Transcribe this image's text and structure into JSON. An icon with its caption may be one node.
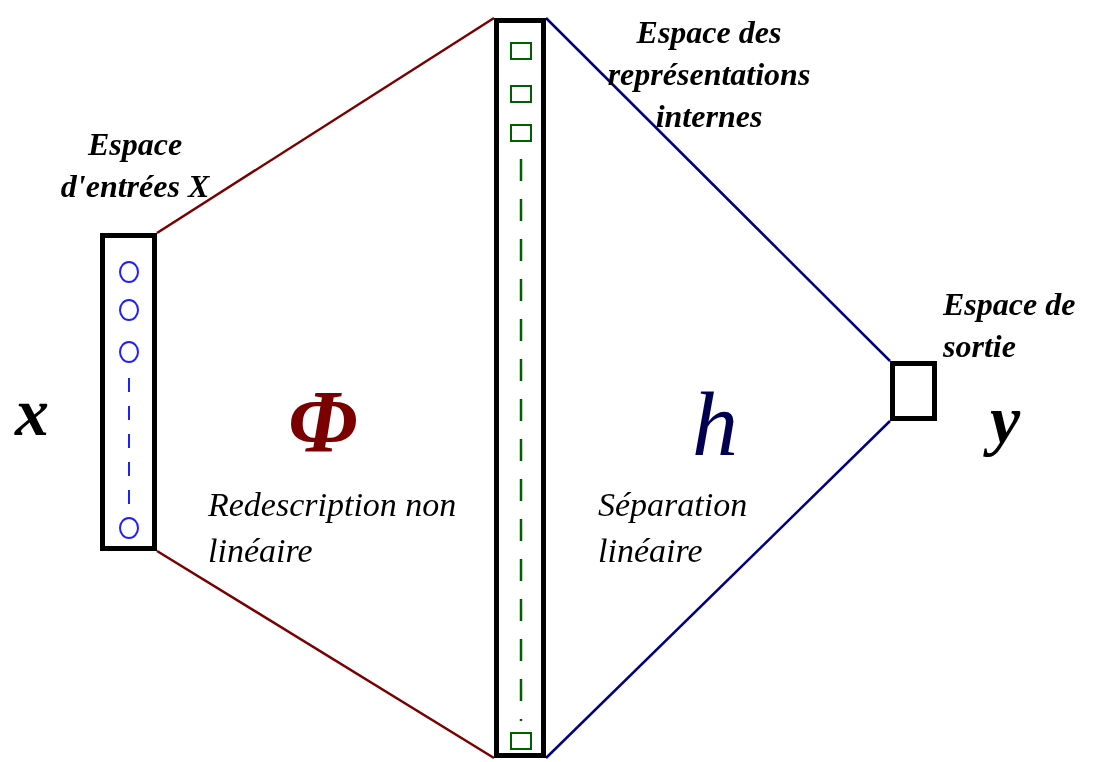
{
  "diagram": {
    "nodes": [
      {
        "text": [
          "Espace d'entrées X"
        ],
        "beside": [
          "x"
        ]
      },
      {
        "text": [
          "Espace des représentations internes"
        ]
      },
      {
        "text": [
          "Espace de sortie"
        ],
        "beside": [
          "y"
        ]
      }
    ],
    "edges": [
      {
        "from": 0,
        "to": 1,
        "arrow": "none",
        "color": "#7a0000"
      },
      {
        "from": 0,
        "to": 1,
        "arrow": "none",
        "color": "#7a0000"
      },
      {
        "from": 1,
        "to": 2,
        "arrow": "none",
        "color": "#000080"
      },
      {
        "from": 1,
        "to": 2,
        "arrow": "none",
        "color": "#000080"
      }
    ],
    "labels": [
      "Φ",
      "Redescription non linéaire",
      "h",
      "Séparation linéaire"
    ]
  }
}
